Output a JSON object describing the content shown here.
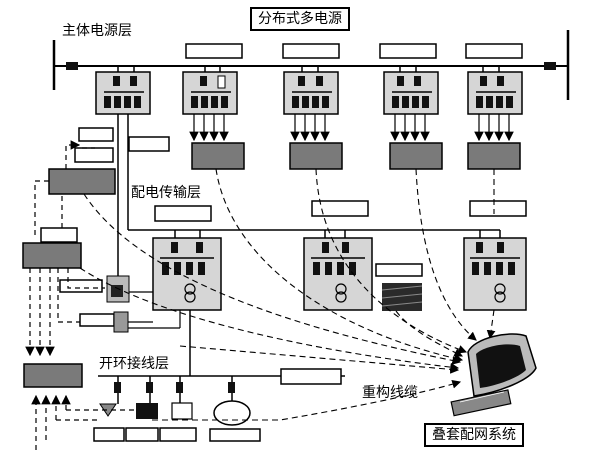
{
  "labels": {
    "distributed_sources": "分布式多电源",
    "main_source_layer": "主体电源层",
    "distribution_layer": "配电传输层",
    "open_loop_layer": "开环接线层",
    "reconfig_cable": "重构线缆",
    "overlay_system": "叠套配网系统"
  },
  "colors": {
    "line": "#000000",
    "gray_box": "#7a7a7a",
    "light_panel": "#d6d6d6",
    "component": "#222222"
  }
}
